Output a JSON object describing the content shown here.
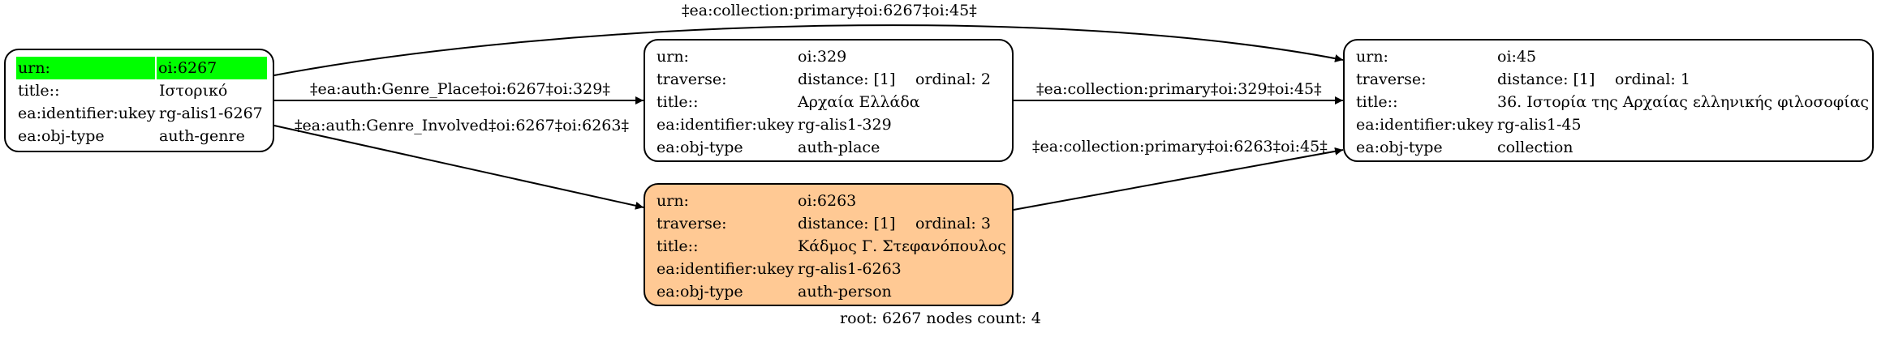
{
  "nodes": {
    "n6267": {
      "urn_key": "urn:",
      "urn": "oi:6267",
      "title_key": "title::",
      "title": "Ιστορικό",
      "ukey_key": "ea:identifier:ukey",
      "ukey": "rg-alis1-6267",
      "type_key": "ea:obj-type",
      "type": "auth-genre",
      "highlight_color": "#00ff00"
    },
    "n329": {
      "urn_key": "urn:",
      "urn": "oi:329",
      "trav_key": "traverse:",
      "distance": "distance: [1]",
      "ordinal": "ordinal: 2",
      "title_key": "title::",
      "title": "Αρχαία Ελλάδα",
      "ukey_key": "ea:identifier:ukey",
      "ukey": "rg-alis1-329",
      "type_key": "ea:obj-type",
      "type": "auth-place"
    },
    "n6263": {
      "urn_key": "urn:",
      "urn": "oi:6263",
      "trav_key": "traverse:",
      "distance": "distance: [1]",
      "ordinal": "ordinal: 3",
      "title_key": "title::",
      "title": "Κάδμος Γ. Στεφανόπουλος",
      "ukey_key": "ea:identifier:ukey",
      "ukey": "rg-alis1-6263",
      "type_key": "ea:obj-type",
      "type": "auth-person",
      "fill_color": "#ffc994"
    },
    "n45": {
      "urn_key": "urn:",
      "urn": "oi:45",
      "trav_key": "traverse:",
      "distance": "distance: [1]",
      "ordinal": "ordinal: 1",
      "title_key": "title::",
      "title": "36. Ιστορία της Αρχαίας ελληνικής φιλοσοφίας",
      "ukey_key": "ea:identifier:ukey",
      "ukey": "rg-alis1-45",
      "type_key": "ea:obj-type",
      "type": "collection"
    }
  },
  "edges": {
    "e6267_45": "‡ea:collection:primary‡oi:6267‡oi:45‡",
    "e6267_329": "‡ea:auth:Genre_Place‡oi:6267‡oi:329‡",
    "e6267_6263": "‡ea:auth:Genre_Involved‡oi:6267‡oi:6263‡",
    "e329_45": "‡ea:collection:primary‡oi:329‡oi:45‡",
    "e6263_45": "‡ea:collection:primary‡oi:6263‡oi:45‡"
  },
  "footer": "root: 6267 nodes count: 4"
}
